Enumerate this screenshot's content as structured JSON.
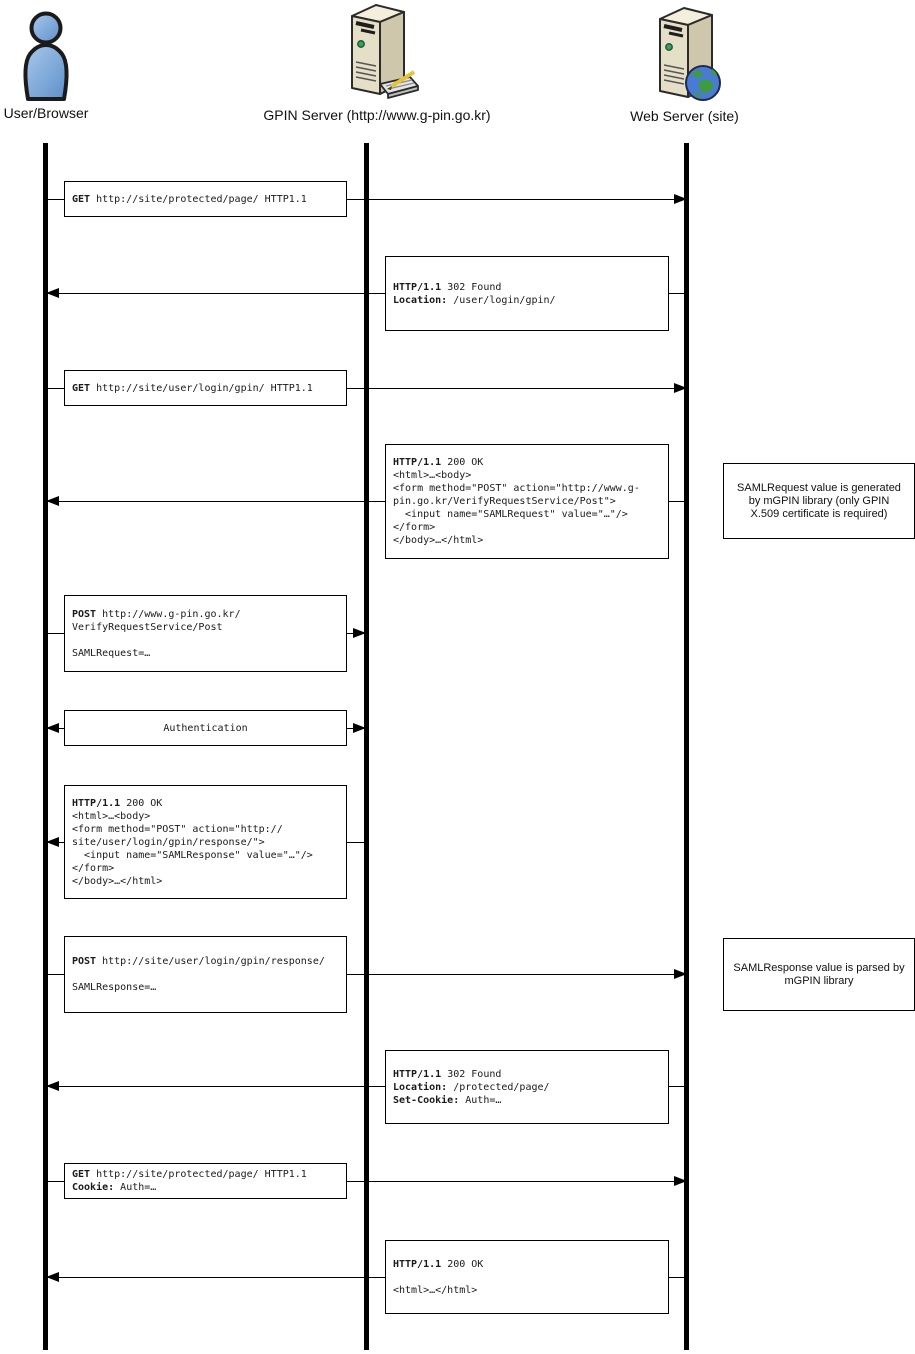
{
  "actors": [
    {
      "name": "User/Browser",
      "icon": "user-icon"
    },
    {
      "name": "GPIN Server (http://www.g-pin.go.kr)",
      "icon": "gpin-server-icon"
    },
    {
      "name": "Web Server (site)",
      "icon": "web-server-icon"
    }
  ],
  "messages": [
    {
      "from": "user",
      "to": "web",
      "lines": [
        {
          "b": "GET",
          "t": " http://site/protected/page/ HTTP1.1"
        }
      ]
    },
    {
      "from": "web",
      "to": "user",
      "lines": [
        {
          "b": "HTTP/1.1",
          "t": " 302 Found"
        },
        {
          "b": "Location:",
          "t": " /user/login/gpin/"
        }
      ]
    },
    {
      "from": "user",
      "to": "web",
      "lines": [
        {
          "b": "GET",
          "t": " http://site/user/login/gpin/ HTTP1.1"
        }
      ]
    },
    {
      "from": "web",
      "to": "user",
      "lines": [
        {
          "b": "HTTP/1.1",
          "t": " 200 OK"
        },
        {
          "t": "<html>…<body>"
        },
        {
          "t": "<form method=\"POST\" action=\"http://www.g-"
        },
        {
          "t": "pin.go.kr/VerifyRequestService/Post\">"
        },
        {
          "t": "  <input name=\"SAMLRequest\" value=\"…\"/>"
        },
        {
          "t": "</form>"
        },
        {
          "t": "</body>…</html>"
        }
      ]
    },
    {
      "from": "user",
      "to": "gpin",
      "lines": [
        {
          "b": "POST",
          "t": " http://www.g-pin.go.kr/"
        },
        {
          "t": "VerifyRequestService/Post"
        },
        {
          "t": ""
        },
        {
          "t": "SAMLRequest=…"
        }
      ]
    },
    {
      "from": "user",
      "to": "gpin",
      "bidirectional": true,
      "lines": [
        {
          "t": "Authentication"
        }
      ]
    },
    {
      "from": "gpin",
      "to": "user",
      "lines": [
        {
          "b": "HTTP/1.1",
          "t": " 200 OK"
        },
        {
          "t": "<html>…<body>"
        },
        {
          "t": "<form method=\"POST\" action=\"http://"
        },
        {
          "t": "site/user/login/gpin/response/\">"
        },
        {
          "t": "  <input name=\"SAMLResponse\" value=\"…\"/>"
        },
        {
          "t": "</form>"
        },
        {
          "t": "</body>…</html>"
        }
      ]
    },
    {
      "from": "user",
      "to": "web",
      "lines": [
        {
          "b": "POST",
          "t": " http://site/user/login/gpin/response/"
        },
        {
          "t": ""
        },
        {
          "t": "SAMLResponse=…"
        }
      ]
    },
    {
      "from": "web",
      "to": "user",
      "lines": [
        {
          "b": "HTTP/1.1",
          "t": " 302 Found"
        },
        {
          "b": "Location:",
          "t": " /protected/page/"
        },
        {
          "b": "Set-Cookie:",
          "t": " Auth=…"
        }
      ]
    },
    {
      "from": "user",
      "to": "web",
      "lines": [
        {
          "b": "GET",
          "t": " http://site/protected/page/ HTTP1.1"
        },
        {
          "b": "Cookie:",
          "t": " Auth=…"
        }
      ]
    },
    {
      "from": "web",
      "to": "user",
      "lines": [
        {
          "b": "HTTP/1.1",
          "t": " 200 OK"
        },
        {
          "t": ""
        },
        {
          "t": "<html>…</html>"
        }
      ]
    }
  ],
  "notes": [
    {
      "text": "SAMLRequest value is generated by mGPIN library (only GPIN X.509 certificate is required)"
    },
    {
      "text": "SAMLResponse value is parsed by mGPIN library"
    }
  ],
  "colors": {
    "line": "#000000",
    "box_bg": "#ffffff",
    "person_blue": "#6b9bd2",
    "server_beige": "#e6dfc8",
    "globe_blue": "#4a7bd4",
    "globe_green": "#3f9b3f"
  }
}
